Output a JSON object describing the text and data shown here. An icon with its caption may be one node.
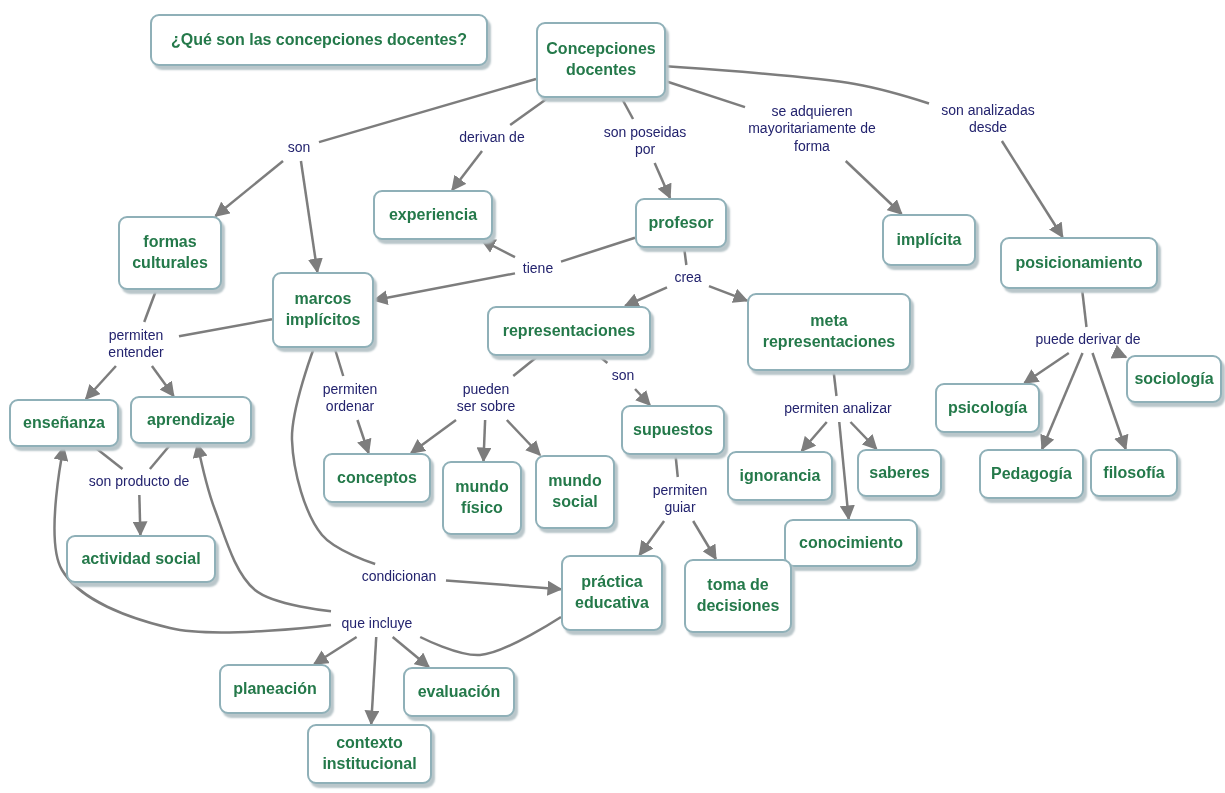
{
  "diagram": {
    "nodes": [
      {
        "text": [
          "¿Qué son las concepciones docentes?"
        ]
      },
      {
        "text": [
          "Concepciones docentes"
        ]
      },
      {
        "text": [
          "son"
        ]
      },
      {
        "text": [
          "derivan de"
        ]
      },
      {
        "text": [
          "son poseidas por"
        ]
      },
      {
        "text": [
          "se adquieren mayoritariamente de forma"
        ]
      },
      {
        "text": [
          "son analizadas desde"
        ]
      },
      {
        "text": [
          "formas culturales"
        ]
      },
      {
        "text": [
          "marcos implícitos"
        ]
      },
      {
        "text": [
          "experiencia"
        ]
      },
      {
        "text": [
          "profesor"
        ]
      },
      {
        "text": [
          "implícita"
        ]
      },
      {
        "text": [
          "posicionamiento"
        ]
      },
      {
        "text": [
          "tiene"
        ]
      },
      {
        "text": [
          "crea"
        ]
      },
      {
        "text": [
          "representaciones"
        ]
      },
      {
        "text": [
          "meta representaciones"
        ]
      },
      {
        "text": [
          "permiten entender"
        ]
      },
      {
        "text": [
          "permiten ordenar"
        ]
      },
      {
        "text": [
          "pueden ser sobre"
        ]
      },
      {
        "text": [
          "son"
        ]
      },
      {
        "text": [
          "permiten analizar"
        ]
      },
      {
        "text": [
          "puede derivar de"
        ]
      },
      {
        "text": [
          "enseñanza"
        ]
      },
      {
        "text": [
          "aprendizaje"
        ]
      },
      {
        "text": [
          "conceptos"
        ]
      },
      {
        "text": [
          "mundo físico"
        ]
      },
      {
        "text": [
          "mundo social"
        ]
      },
      {
        "text": [
          "supuestos"
        ]
      },
      {
        "text": [
          "ignorancia"
        ]
      },
      {
        "text": [
          "saberes"
        ]
      },
      {
        "text": [
          "psicología"
        ]
      },
      {
        "text": [
          "Pedagogía"
        ]
      },
      {
        "text": [
          "filosofía"
        ]
      },
      {
        "text": [
          "sociología"
        ]
      },
      {
        "text": [
          "son producto de"
        ]
      },
      {
        "text": [
          "permiten guiar"
        ]
      },
      {
        "text": [
          "actividad social"
        ]
      },
      {
        "text": [
          "conocimiento"
        ]
      },
      {
        "text": [
          "condicionan"
        ]
      },
      {
        "text": [
          "práctica educativa"
        ]
      },
      {
        "text": [
          "toma de decisiones"
        ]
      },
      {
        "text": [
          "que incluye"
        ]
      },
      {
        "text": [
          "planeación"
        ]
      },
      {
        "text": [
          "evaluación"
        ]
      },
      {
        "text": [
          "contexto institucional"
        ]
      }
    ],
    "edges": [
      {
        "from": 1,
        "to": 2,
        "arrow": "none"
      },
      {
        "from": 2,
        "to": 7,
        "arrow": "to"
      },
      {
        "from": 2,
        "to": 8,
        "arrow": "to"
      },
      {
        "from": 1,
        "to": 3,
        "arrow": "none"
      },
      {
        "from": 3,
        "to": 9,
        "arrow": "to"
      },
      {
        "from": 1,
        "to": 4,
        "arrow": "none"
      },
      {
        "from": 4,
        "to": 10,
        "arrow": "to"
      },
      {
        "from": 1,
        "to": 5,
        "arrow": "none"
      },
      {
        "from": 5,
        "to": 11,
        "arrow": "to"
      },
      {
        "from": 1,
        "to": 6,
        "arrow": "none"
      },
      {
        "from": 6,
        "to": 12,
        "arrow": "to"
      },
      {
        "from": 10,
        "to": 13,
        "arrow": "none"
      },
      {
        "from": 13,
        "to": 9,
        "arrow": "to"
      },
      {
        "from": 13,
        "to": 8,
        "arrow": "to"
      },
      {
        "from": 10,
        "to": 14,
        "arrow": "none"
      },
      {
        "from": 14,
        "to": 15,
        "arrow": "to"
      },
      {
        "from": 14,
        "to": 16,
        "arrow": "to"
      },
      {
        "from": 7,
        "to": 17,
        "arrow": "none"
      },
      {
        "from": 8,
        "to": 17,
        "arrow": "none"
      },
      {
        "from": 17,
        "to": 23,
        "arrow": "to"
      },
      {
        "from": 17,
        "to": 24,
        "arrow": "to"
      },
      {
        "from": 8,
        "to": 18,
        "arrow": "none"
      },
      {
        "from": 18,
        "to": 25,
        "arrow": "to"
      },
      {
        "from": 8,
        "to": 39,
        "arrow": "none"
      },
      {
        "from": 39,
        "to": 40,
        "arrow": "to"
      },
      {
        "from": 15,
        "to": 19,
        "arrow": "none"
      },
      {
        "from": 19,
        "to": 25,
        "arrow": "to"
      },
      {
        "from": 19,
        "to": 26,
        "arrow": "to"
      },
      {
        "from": 19,
        "to": 27,
        "arrow": "to"
      },
      {
        "from": 15,
        "to": 20,
        "arrow": "none"
      },
      {
        "from": 20,
        "to": 28,
        "arrow": "to"
      },
      {
        "from": 16,
        "to": 21,
        "arrow": "none"
      },
      {
        "from": 21,
        "to": 29,
        "arrow": "to"
      },
      {
        "from": 21,
        "to": 30,
        "arrow": "to"
      },
      {
        "from": 21,
        "to": 38,
        "arrow": "to"
      },
      {
        "from": 12,
        "to": 22,
        "arrow": "none"
      },
      {
        "from": 22,
        "to": 31,
        "arrow": "to"
      },
      {
        "from": 22,
        "to": 32,
        "arrow": "to"
      },
      {
        "from": 22,
        "to": 33,
        "arrow": "to"
      },
      {
        "from": 22,
        "to": 34,
        "arrow": "to"
      },
      {
        "from": 23,
        "to": 35,
        "arrow": "none"
      },
      {
        "from": 24,
        "to": 35,
        "arrow": "none"
      },
      {
        "from": 35,
        "to": 37,
        "arrow": "to"
      },
      {
        "from": 28,
        "to": 36,
        "arrow": "none"
      },
      {
        "from": 36,
        "to": 40,
        "arrow": "to"
      },
      {
        "from": 36,
        "to": 41,
        "arrow": "to"
      },
      {
        "from": 40,
        "to": 42,
        "arrow": "none"
      },
      {
        "from": 42,
        "to": 23,
        "arrow": "to"
      },
      {
        "from": 42,
        "to": 24,
        "arrow": "to"
      },
      {
        "from": 42,
        "to": 43,
        "arrow": "to"
      },
      {
        "from": 42,
        "to": 44,
        "arrow": "to"
      },
      {
        "from": 42,
        "to": 45,
        "arrow": "to"
      }
    ]
  }
}
